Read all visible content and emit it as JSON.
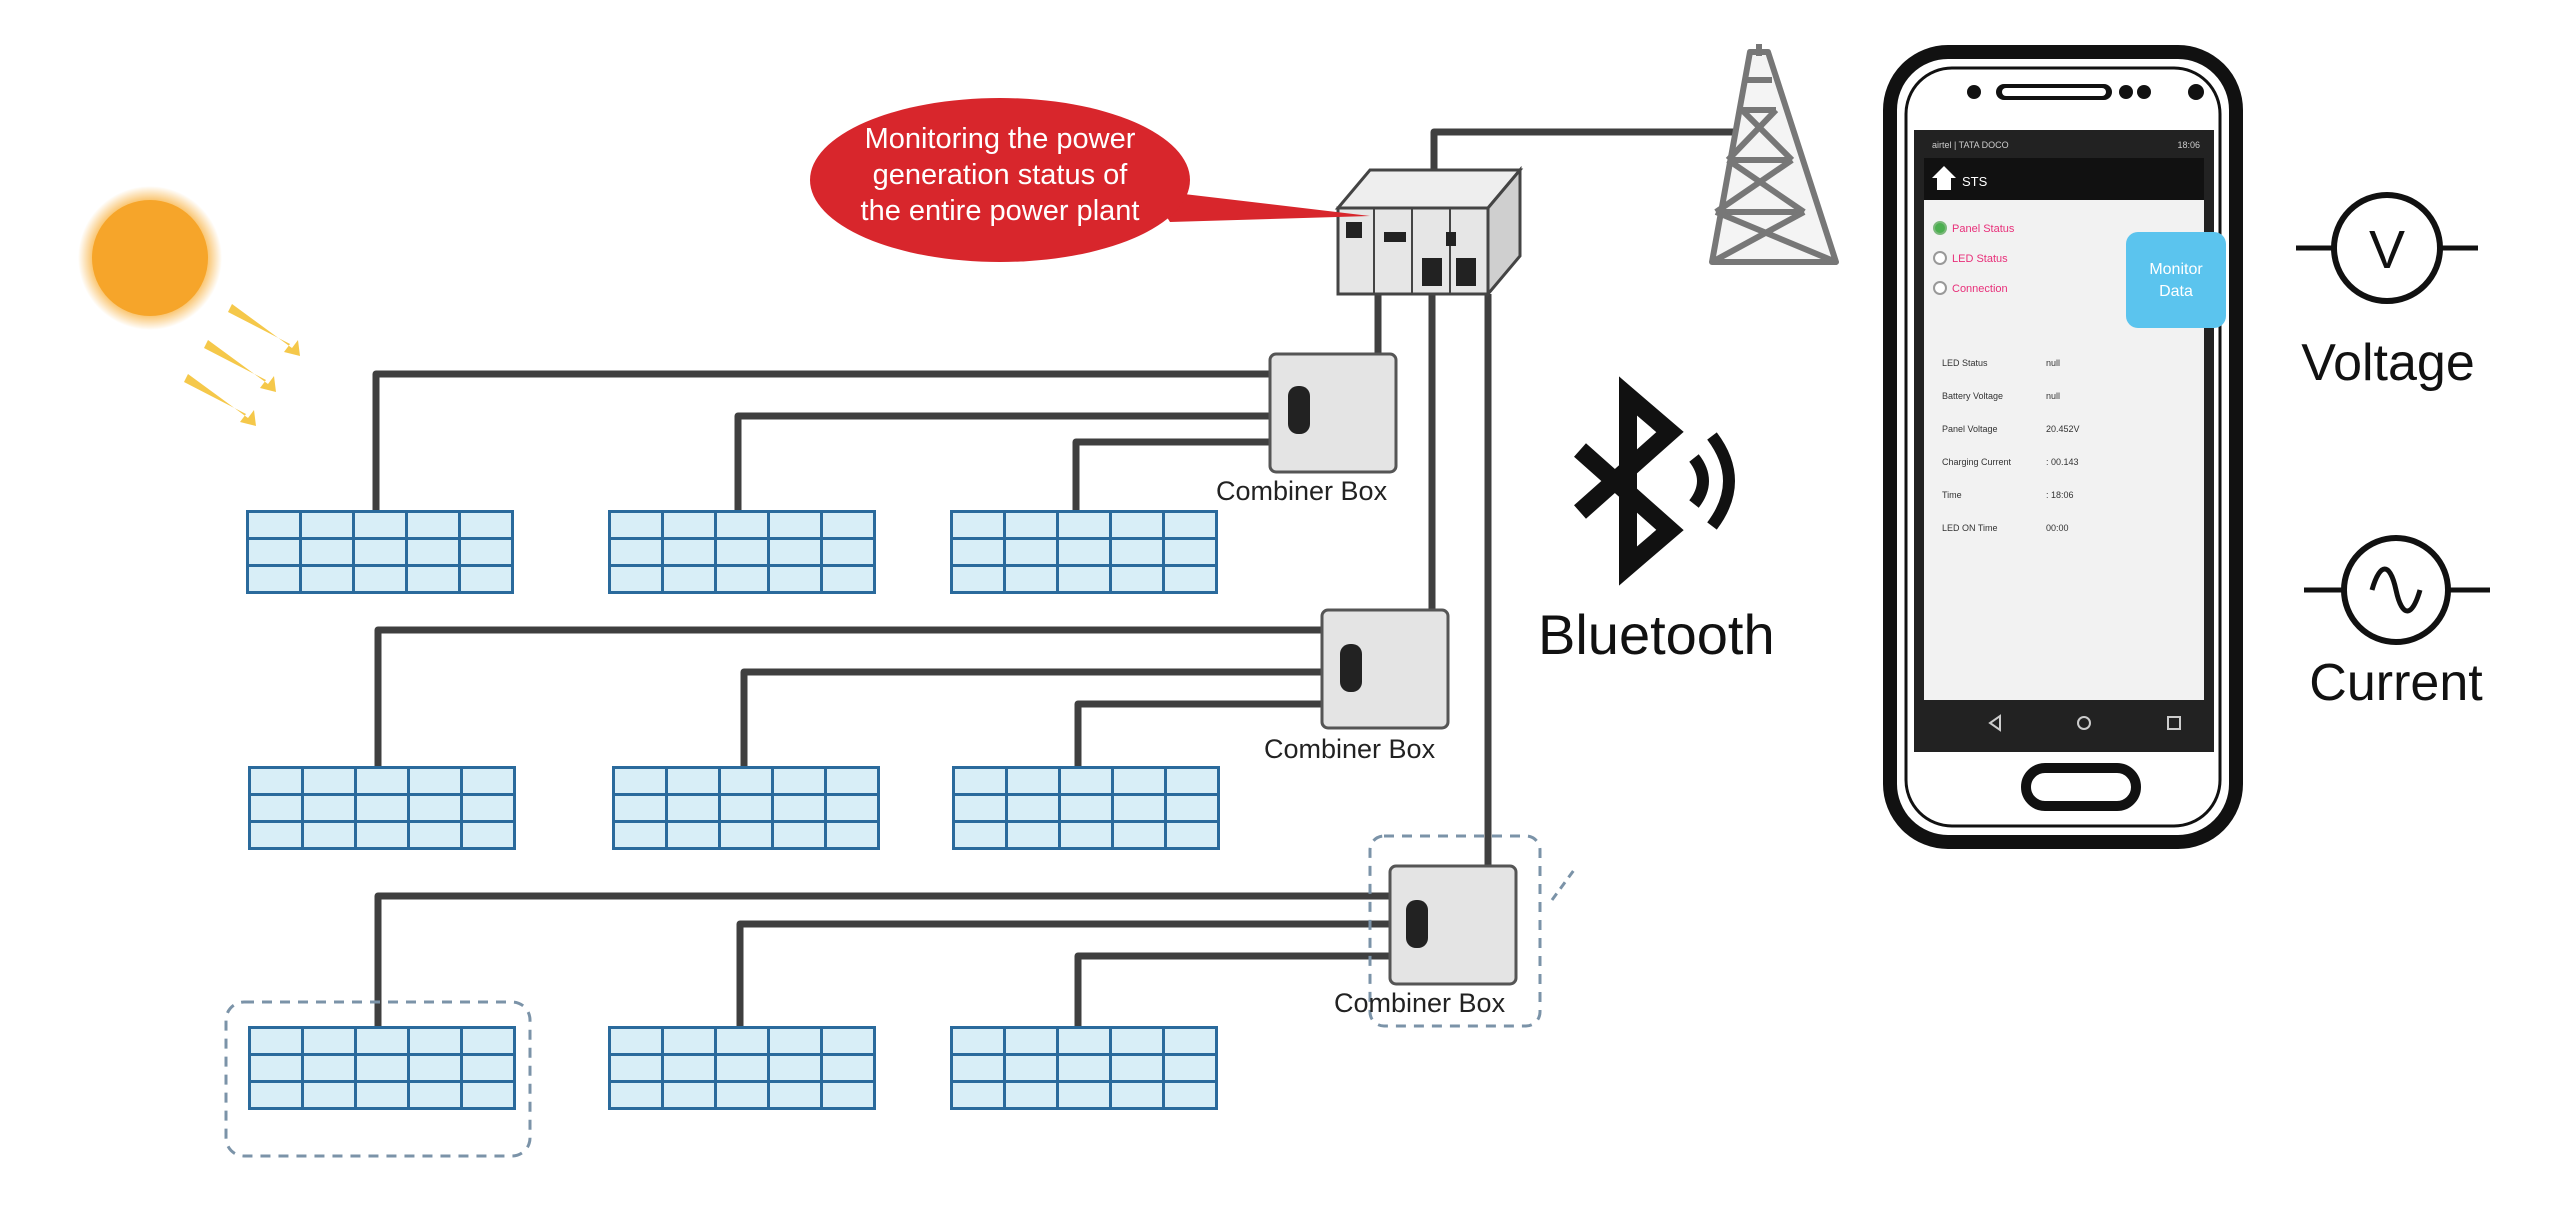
{
  "callout": {
    "line1": "Monitoring the power",
    "line2": "generation status of",
    "line3": "the entire power plant"
  },
  "combiner_label": "Combiner Box",
  "bluetooth_label": "Bluetooth",
  "meters": {
    "voltage_symbol": "V",
    "voltage_label": "Voltage",
    "current_label": "Current"
  },
  "phone": {
    "status_left": "airtel | TATA DOCO",
    "status_right": "18:06",
    "app_title": "STS",
    "radio_options": [
      "Panel Status",
      "LED Status",
      "Connection"
    ],
    "monitor_button_line1": "Monitor",
    "monitor_button_line2": "Data",
    "readings": [
      {
        "label": "LED Status",
        "value": "null"
      },
      {
        "label": "Battery Voltage",
        "value": "null"
      },
      {
        "label": "Panel Voltage",
        "value": "20.452V"
      },
      {
        "label": "Charging Current",
        "value": ": 00.143"
      },
      {
        "label": "Time",
        "value": ": 18:06"
      },
      {
        "label": "LED ON Time",
        "value": "00:00"
      }
    ]
  },
  "colors": {
    "callout_red": "#d8262c",
    "panel_blue": "#2a6a9c",
    "panel_cell": "#d8eef7",
    "sun": "#f7a829",
    "sun_rays": "#f5c84a",
    "monitor_button": "#5bc4ee",
    "radio_pink": "#e8307a",
    "wire": "#3f3f3f",
    "box_fill": "#e4e4e4"
  }
}
